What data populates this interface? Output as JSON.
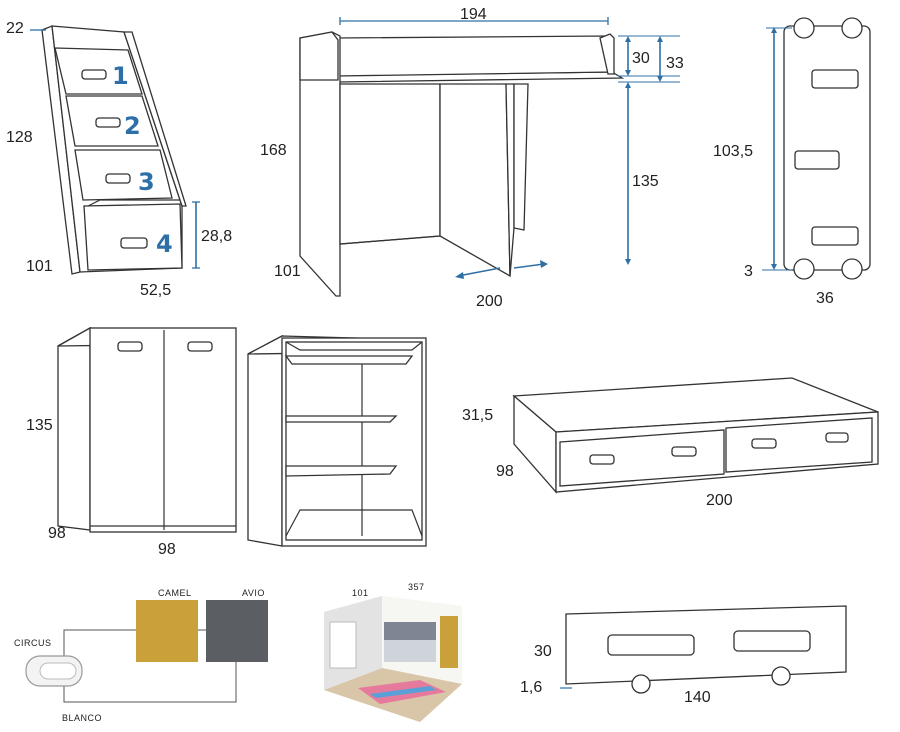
{
  "stairs": {
    "dim_top": "22",
    "dim_height": "128",
    "dim_depth": "101",
    "dim_width": "52,5",
    "dim_drawer": "28,8",
    "steps": [
      "1",
      "2",
      "3",
      "4"
    ]
  },
  "desk": {
    "dim_width": "194",
    "dim_rail_small": "30",
    "dim_rail_large": "33",
    "dim_height": "168",
    "dim_depth": "101",
    "dim_under": "135",
    "dim_length": "200"
  },
  "ladder": {
    "dim_height": "103,5",
    "dim_gap": "3",
    "dim_width": "36"
  },
  "wardrobe": {
    "dim_height": "135",
    "dim_depth": "98",
    "dim_width": "98"
  },
  "trundle": {
    "dim_height": "31,5",
    "dim_depth": "98",
    "dim_length": "200"
  },
  "finishes": {
    "swatches": [
      {
        "name": "CAMEL",
        "color": "#c9a03a"
      },
      {
        "name": "AVIO",
        "color": "#5b5e63"
      }
    ],
    "handle_name": "CIRCUS",
    "base_name": "BLANCO"
  },
  "room": {
    "dim_a": "101",
    "dim_b": "357"
  },
  "panel": {
    "dim_height": "30",
    "dim_gap": "1,6",
    "dim_length": "140"
  }
}
